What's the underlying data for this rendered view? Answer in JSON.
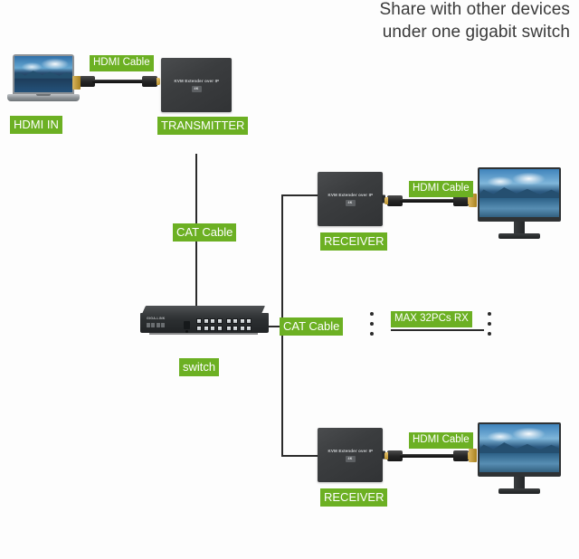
{
  "title": {
    "line1": "Share with other devices",
    "line2": "under one gigabit switch"
  },
  "labels": {
    "hdmi_in": "HDMI IN",
    "transmitter": "TRANSMITTER",
    "receiver_top": "RECEIVER",
    "receiver_bottom": "RECEIVER",
    "switch": "switch",
    "cat_cable_vertical": "CAT Cable",
    "cat_cable_branch": "CAT Cable",
    "hdmi_cable_source": "HDMI Cable",
    "hdmi_cable_top": "HDMI Cable",
    "hdmi_cable_bottom": "HDMI Cable",
    "max_rx": "MAX 32PCs RX"
  },
  "devices": {
    "transmitter": {
      "brand": "KVM Extender over IP",
      "badge": "4K"
    },
    "receiver_top": {
      "brand": "KVM Extender over IP",
      "badge": "4K"
    },
    "receiver_bottom": {
      "brand": "KVM Extender over IP",
      "badge": "4K"
    },
    "switch": {
      "brand": "GIGA-LINK",
      "ports": 16,
      "port_rows": 2,
      "port_groups": 2
    }
  },
  "colors": {
    "tag_green": "#6cb023",
    "tag_text": "#ffffff",
    "line": "#2b2b2b",
    "title_text": "#3a3a3a",
    "device_body": "#3b3d3f",
    "background": "#fdfdfd"
  }
}
